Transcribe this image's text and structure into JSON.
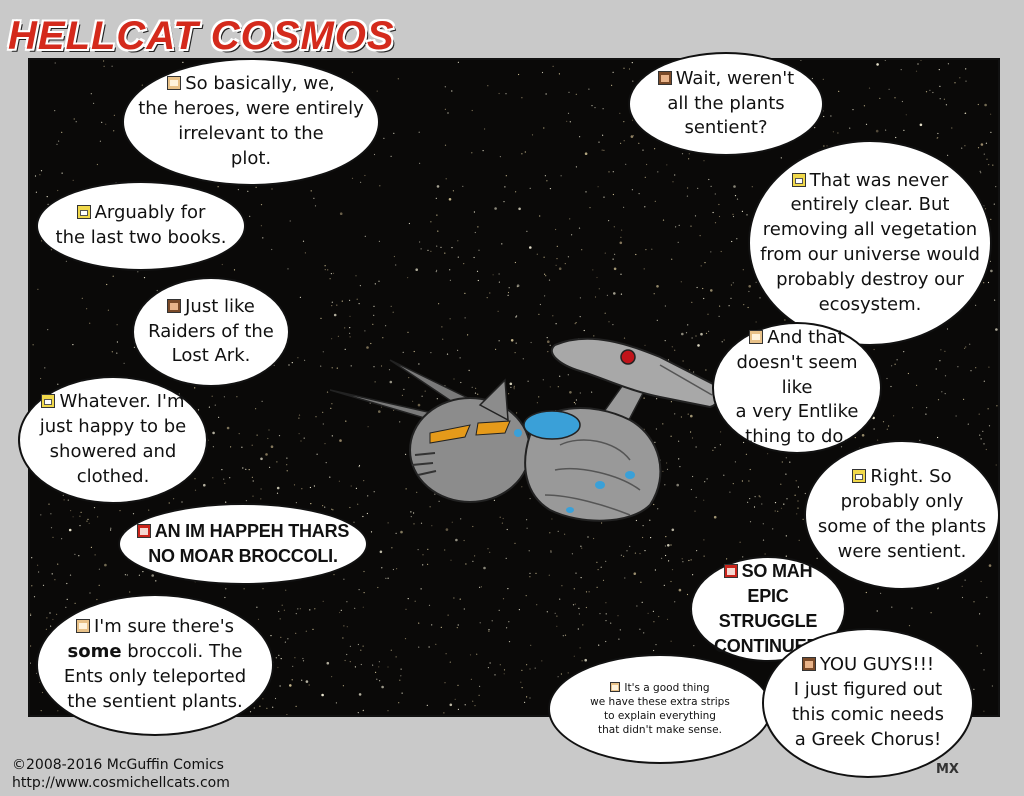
{
  "title": "HELLCAT COSMOS",
  "bubbles": [
    {
      "id": "b1",
      "icon": "tan-character-icon",
      "line1": "So basically, we,",
      "rest": [
        "the heroes, were entirely",
        "irrelevant to the",
        "plot."
      ]
    },
    {
      "id": "b2",
      "icon": "yellow-character-icon",
      "line1": "Arguably for",
      "rest": [
        "the last two books."
      ]
    },
    {
      "id": "b3",
      "icon": "brown-character-icon",
      "line1": "Just like",
      "rest": [
        "Raiders of the",
        "Lost Ark."
      ]
    },
    {
      "id": "b4",
      "icon": "yellow-character-icon",
      "line1": "Whatever. I'm",
      "rest": [
        "just happy to be",
        "showered and",
        "clothed."
      ]
    },
    {
      "id": "b5",
      "icon": "red-cat-icon",
      "line1": "AN IM HAPPEH THARS",
      "rest": [
        "NO MOAR BROCCOLI."
      ]
    },
    {
      "id": "b6",
      "icon": "tan-character-icon",
      "line1": "I'm sure there's",
      "rest_html_parts": {
        "bold": "some",
        "after": " broccoli. The"
      },
      "rest": [
        "Ents only teleported",
        "the sentient plants."
      ]
    },
    {
      "id": "b7",
      "icon": "brown-character-icon",
      "line1": "Wait, weren't",
      "rest": [
        "all the plants",
        "sentient?"
      ]
    },
    {
      "id": "b8",
      "icon": "yellow-character-icon",
      "line1": "That was never",
      "rest": [
        "entirely clear. But",
        "removing all vegetation",
        "from our universe would",
        "probably destroy our",
        "ecosystem."
      ]
    },
    {
      "id": "b9",
      "icon": "tan-character-icon",
      "line1": "And that",
      "rest": [
        "doesn't seem like",
        "a very Entlike",
        "thing to do."
      ]
    },
    {
      "id": "b10",
      "icon": "yellow-character-icon",
      "line1": "Right. So",
      "rest": [
        "probably only",
        "some of the plants",
        "were sentient."
      ]
    },
    {
      "id": "b11",
      "icon": "red-cat-icon",
      "line1": "SO MAH",
      "rest": [
        "EPIC STRUGGLE",
        "CONTINUEZ."
      ]
    },
    {
      "id": "b12",
      "icon": "tan-character-icon",
      "line1": "It's a good thing",
      "rest": [
        "we have these extra strips",
        "to explain everything",
        "that didn't make sense."
      ]
    },
    {
      "id": "b13",
      "icon": "brown-character-icon",
      "line1": "YOU GUYS!!!",
      "rest": [
        "I just figured out",
        "this comic needs",
        "a Greek Chorus!"
      ]
    }
  ],
  "copyright": {
    "line1": "©2008-2016 McGuffin Comics",
    "line2": "http://www.cosmichellcats.com"
  },
  "signature": "MX",
  "colors": {
    "title": "#d42a1c",
    "space": "#0a0908",
    "ship_gray": "#8c8c8c",
    "ship_accent": "#e59a1a",
    "ship_dome": "#3aa0d8"
  }
}
